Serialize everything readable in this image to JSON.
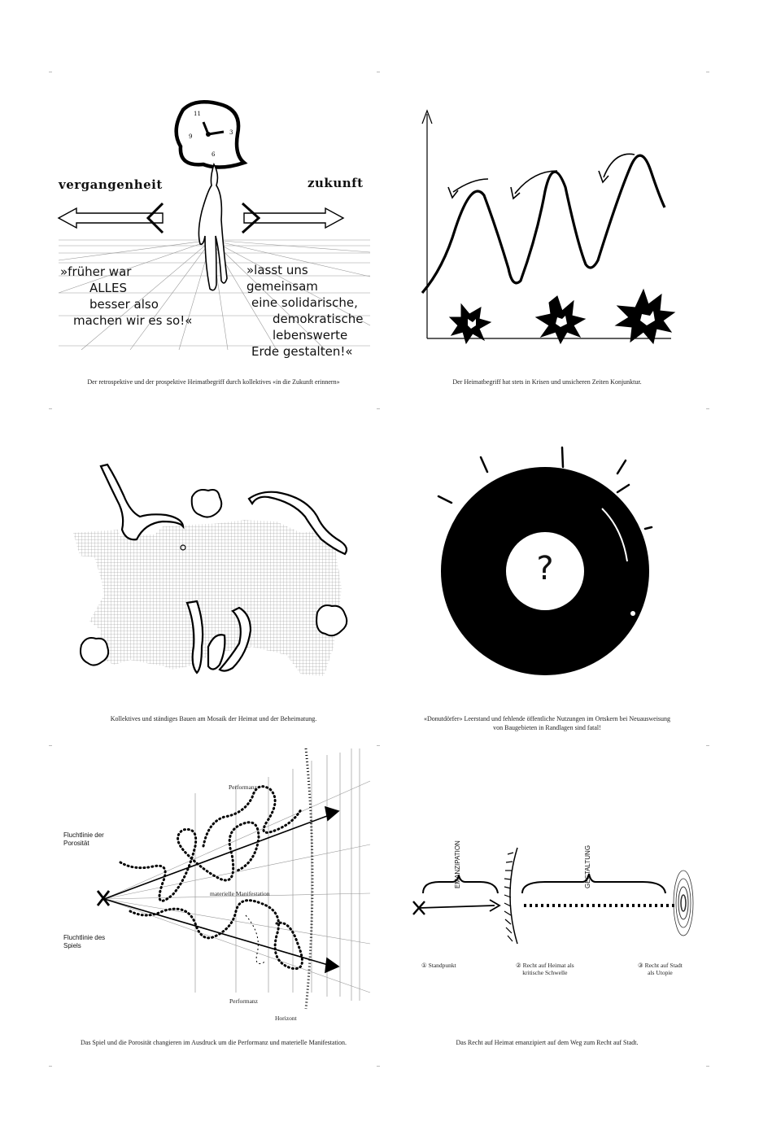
{
  "panel1": {
    "past_label": "vergangenheit",
    "future_label": "zukunft",
    "left_note": [
      "»früher war",
      "ALLES",
      "besser also",
      "machen wir es so!«"
    ],
    "right_note": [
      "»lasst uns gemeinsam",
      "eine solidarische,",
      "demokratische",
      "lebenswerte",
      "Erde gestalten!«"
    ],
    "caption": "Der retrospektive und der prospektive Heimatbegriff durch kollektives «in die Zukunft erinnern»"
  },
  "panel2": {
    "caption": "Der Heimatbegriff hat stets in Krisen und unsicheren Zeiten Konjunktur."
  },
  "panel3": {
    "caption": "Kollektives und ständiges Bauen am Mosaik der Heimat und der Beheimatung."
  },
  "panel4": {
    "question": "?",
    "caption_line1": "«Donutdörfer»  Leerstand und fehlende öffentliche Nutzungen im Ortskern bei Neuausweisung",
    "caption_line2": "von Baugebieten in Randlagen sind fatal!"
  },
  "panel5": {
    "porosity_label": "Fluchtlinie der\nPorosität",
    "play_label": "Fluchtlinie des\nSpiels",
    "performance_top": "Performanz",
    "manifestation": "materielle Manifestation",
    "performance_bottom": "Performanz",
    "horizon": "Horizont",
    "caption": "Das Spiel und die Porosität changieren im Ausdruck um die Performanz und materielle Manifestation."
  },
  "panel6": {
    "emancipation": "EMANZIPATION",
    "design": "GESTALTUNG",
    "step1": "① Standpunkt",
    "step2": "② Recht auf Heimat als\nkritische Schwelle",
    "step3": "③ Recht auf Stadt\nals Utopie",
    "caption": "Das Recht auf Heimat emanzipiert auf dem Weg zum Recht auf Stadt."
  }
}
